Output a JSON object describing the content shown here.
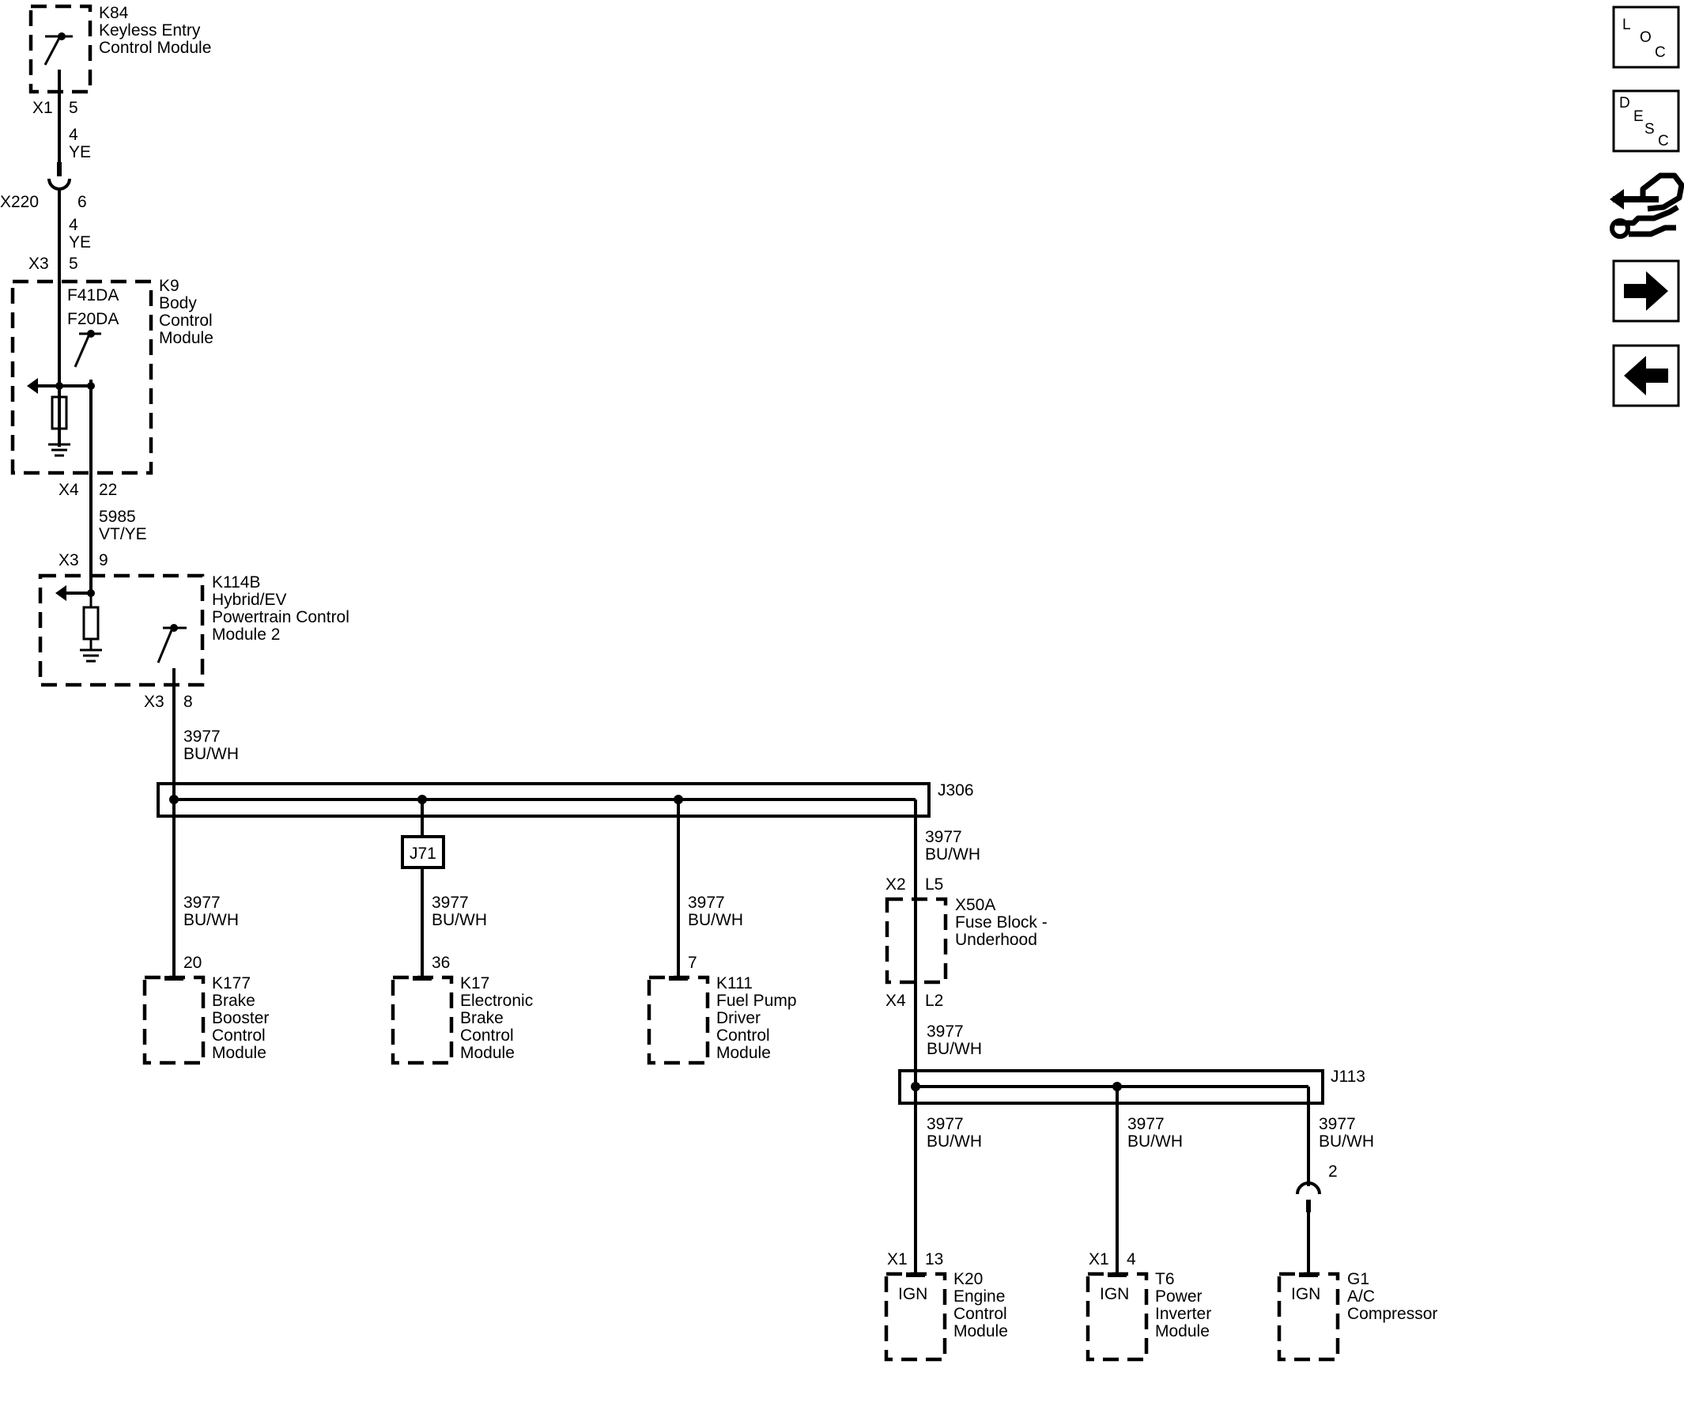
{
  "modules": {
    "k84": {
      "ref": "K84",
      "line1": "Keyless Entry",
      "line2": "Control Module"
    },
    "k9": {
      "ref": "K9",
      "line1": "Body",
      "line2": "Control",
      "line3": "Module",
      "fuse1": "F41DA",
      "fuse2": "F20DA"
    },
    "k114b": {
      "ref": "K114B",
      "line1": "Hybrid/EV",
      "line2": "Powertrain Control",
      "line3": "Module 2"
    },
    "k177": {
      "ref": "K177",
      "line1": "Brake",
      "line2": "Booster",
      "line3": "Control",
      "line4": "Module"
    },
    "k17": {
      "ref": "K17",
      "line1": "Electronic",
      "line2": "Brake",
      "line3": "Control",
      "line4": "Module"
    },
    "k111": {
      "ref": "K111",
      "line1": "Fuel Pump",
      "line2": "Driver",
      "line3": "Control",
      "line4": "Module"
    },
    "x50a": {
      "ref": "X50A",
      "line1": "Fuse Block -",
      "line2": "Underhood"
    },
    "k20": {
      "ref": "K20",
      "line1": "Engine",
      "line2": "Control",
      "line3": "Module",
      "ign": "IGN"
    },
    "t6": {
      "ref": "T6",
      "line1": "Power",
      "line2": "Inverter",
      "line3": "Module",
      "ign": "IGN"
    },
    "g1": {
      "ref": "G1",
      "line1": "A/C",
      "line2": "Compressor",
      "ign": "IGN"
    }
  },
  "connectors": {
    "k84_x1": {
      "conn": "X1",
      "pin": "5"
    },
    "x220": {
      "conn": "X220",
      "pin": "6"
    },
    "k9_x3": {
      "conn": "X3",
      "pin": "5"
    },
    "k9_x4": {
      "conn": "X4",
      "pin": "22"
    },
    "k114b_x3_in": {
      "conn": "X3",
      "pin": "9"
    },
    "k114b_x3_out": {
      "conn": "X3",
      "pin": "8"
    },
    "k177_pin": "20",
    "k17_pin": "36",
    "k111_pin": "7",
    "x50a_x2": {
      "conn": "X2",
      "pin": "L5"
    },
    "x50a_x4": {
      "conn": "X4",
      "pin": "L2"
    },
    "k20_x1": {
      "conn": "X1",
      "pin": "13"
    },
    "t6_x1": {
      "conn": "X1",
      "pin": "4"
    },
    "g1_pin": "2"
  },
  "splices": {
    "j306": "J306",
    "j71": "J71",
    "j113": "J113"
  },
  "wires": {
    "w_k84_x220": {
      "circuit": "4",
      "color": "YE"
    },
    "w_x220_k9": {
      "circuit": "4",
      "color": "YE"
    },
    "w_k9_k114b": {
      "circuit": "5985",
      "color": "VT/YE"
    },
    "w_k114b_j306": {
      "circuit": "3977",
      "color": "BU/WH"
    },
    "w_j306_k177": {
      "circuit": "3977",
      "color": "BU/WH"
    },
    "w_j71_k17": {
      "circuit": "3977",
      "color": "BU/WH"
    },
    "w_j306_k111": {
      "circuit": "3977",
      "color": "BU/WH"
    },
    "w_j306_x50a": {
      "circuit": "3977",
      "color": "BU/WH"
    },
    "w_x50a_j113": {
      "circuit": "3977",
      "color": "BU/WH"
    },
    "w_j113_k20": {
      "circuit": "3977",
      "color": "BU/WH"
    },
    "w_j113_t6": {
      "circuit": "3977",
      "color": "BU/WH"
    },
    "w_j113_g1": {
      "circuit": "3977",
      "color": "BU/WH"
    }
  },
  "nav": {
    "loc": [
      "L",
      "O",
      "C"
    ],
    "desc": [
      "D",
      "E",
      "S",
      "C"
    ],
    "icons": [
      "connector-view-icon",
      "arrow-right-icon",
      "arrow-left-icon"
    ]
  }
}
